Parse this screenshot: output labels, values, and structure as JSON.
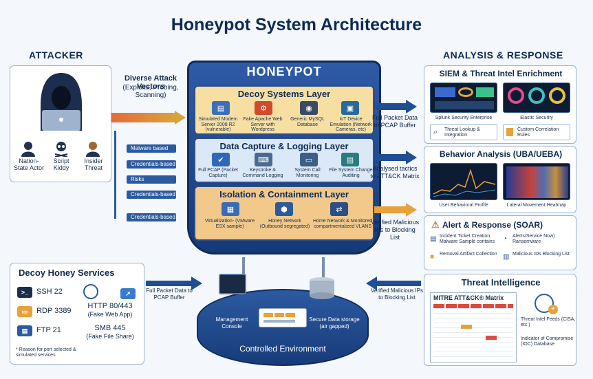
{
  "title": "Honeypot System Architecture",
  "attacker": {
    "heading": "ATTACKER",
    "vectors_title": "Diverse Attack Vectors",
    "vectors_sub": "(Exploits, Probing, Scanning)",
    "types": [
      "Nation-State Actor",
      "Script Kiddy",
      "Insider Threat"
    ],
    "bars": [
      "Malware based",
      "Credentials-based",
      "Risks",
      "Credentials-based",
      "Credentials-based"
    ]
  },
  "honeypot": {
    "label": "HONEYPOT",
    "decoy_layer": {
      "title": "Decoy Systems Layer",
      "items": [
        "Simulated Modem Server 2008 R2 (vulnerable)",
        "Fake Apache Web Server with Wordpress",
        "Generic MySQL Database",
        "IoT Device Emulation (Network Cameras, etc)"
      ]
    },
    "capture_layer": {
      "title": "Data Capture & Logging Layer",
      "items": [
        "Full PCAP (Packet Capture)",
        "Keystroke & Command Logging",
        "System Call Monitoring",
        "File System Change Auditing"
      ]
    },
    "isolation_layer": {
      "title": "Isolation & Containment Layer",
      "items": [
        "Virtualization- (VMware ESX sample)",
        "Honey Network (Outbound segregated)",
        "Home Network & Monitored compartmentalized VLANS"
      ]
    },
    "management": "Management Console",
    "storage": "Secure Data storage (air gapped)",
    "controlled": "Controlled Environment"
  },
  "flows": {
    "to_siem": "Full Packet Data to PCAP Buffer",
    "to_uba": "Analysed tactics to ATT&CK Matrix",
    "to_soar": "Verified Malicious IPs to Blocking List",
    "services_to_hp": "Full Packet Data to PCAP Buffer",
    "ti_to_hp": "Verified Malicious IPs to Blocking List"
  },
  "analysis": {
    "heading": "ANALYSIS & RESPONSE",
    "siem": {
      "title": "SIEM & Threat Intel Enrichment",
      "tools": [
        "Splunk Security Enterprise",
        "Elastic Security"
      ],
      "features": [
        "Threat Lookup & Integration",
        "Custom Correlation Rules"
      ]
    },
    "uba": {
      "title": "Behavior Analysis (UBA/UEBA)",
      "views": [
        "User Behavioral Profile",
        "Lateral Movement Heatmap"
      ]
    },
    "soar": {
      "title": "Alert & Response (SOAR)",
      "items": [
        "Incident Ticket Creation Malware Sample contains",
        "Alerts/Service Now) Ransomware",
        "Removal Artifact Collection",
        "Malicious IDs Blocking List"
      ]
    }
  },
  "services": {
    "title": "Decoy Honey Services",
    "list": [
      "SSH 22",
      "RDP 3389",
      "FTP 21",
      "HTTP 80/443",
      "(Fake Web App)",
      "SMB 445",
      "(Fake File Share)"
    ],
    "footnote": "* Reason for port selected & simulated services"
  },
  "threat_intel": {
    "title": "Threat Intelligence",
    "matrix": "MITRE ATT&CK® Matrix",
    "feeds": "Threat Intel Feeds (CISA, etc.)",
    "ioc": "Indicator of Compromise (IOC) Database"
  },
  "colors": {
    "navy": "#1f3f78",
    "accent_orange": "#e8a23a",
    "decoy_bg": "#f7dfa4",
    "capture_bg": "#dbe8f7",
    "isolation_bg": "#f2c98a"
  }
}
